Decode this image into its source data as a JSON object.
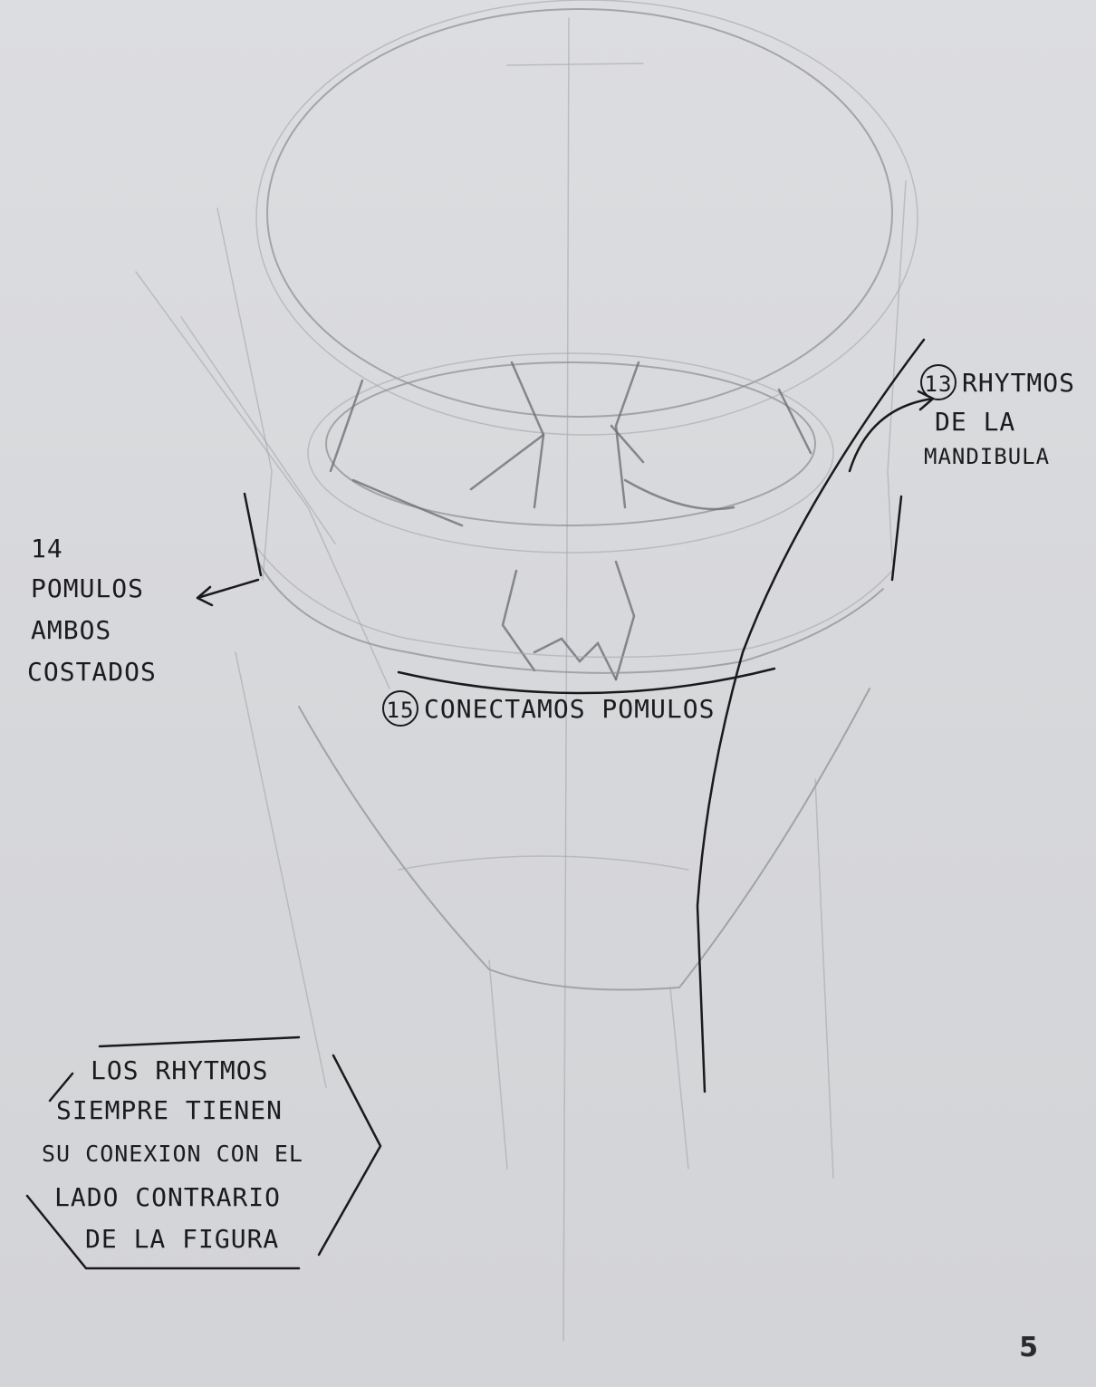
{
  "annotations": {
    "a13": {
      "number": "13",
      "lines": [
        "RHYTMOS",
        "DE LA",
        "MANDIBULA"
      ]
    },
    "a14": {
      "number": "14",
      "lines": [
        "POMULOS",
        "AMBOS",
        "COSTADOS"
      ]
    },
    "a15": {
      "number": "15",
      "text": "CONECTAMOS POMULOS"
    }
  },
  "note": {
    "lines": [
      "LOS RHYTMOS",
      "SIEMPRE TIENEN",
      "SU CONEXION CON EL",
      "LADO CONTRARIO",
      "DE LA FIGURA"
    ]
  },
  "page_number": "5"
}
